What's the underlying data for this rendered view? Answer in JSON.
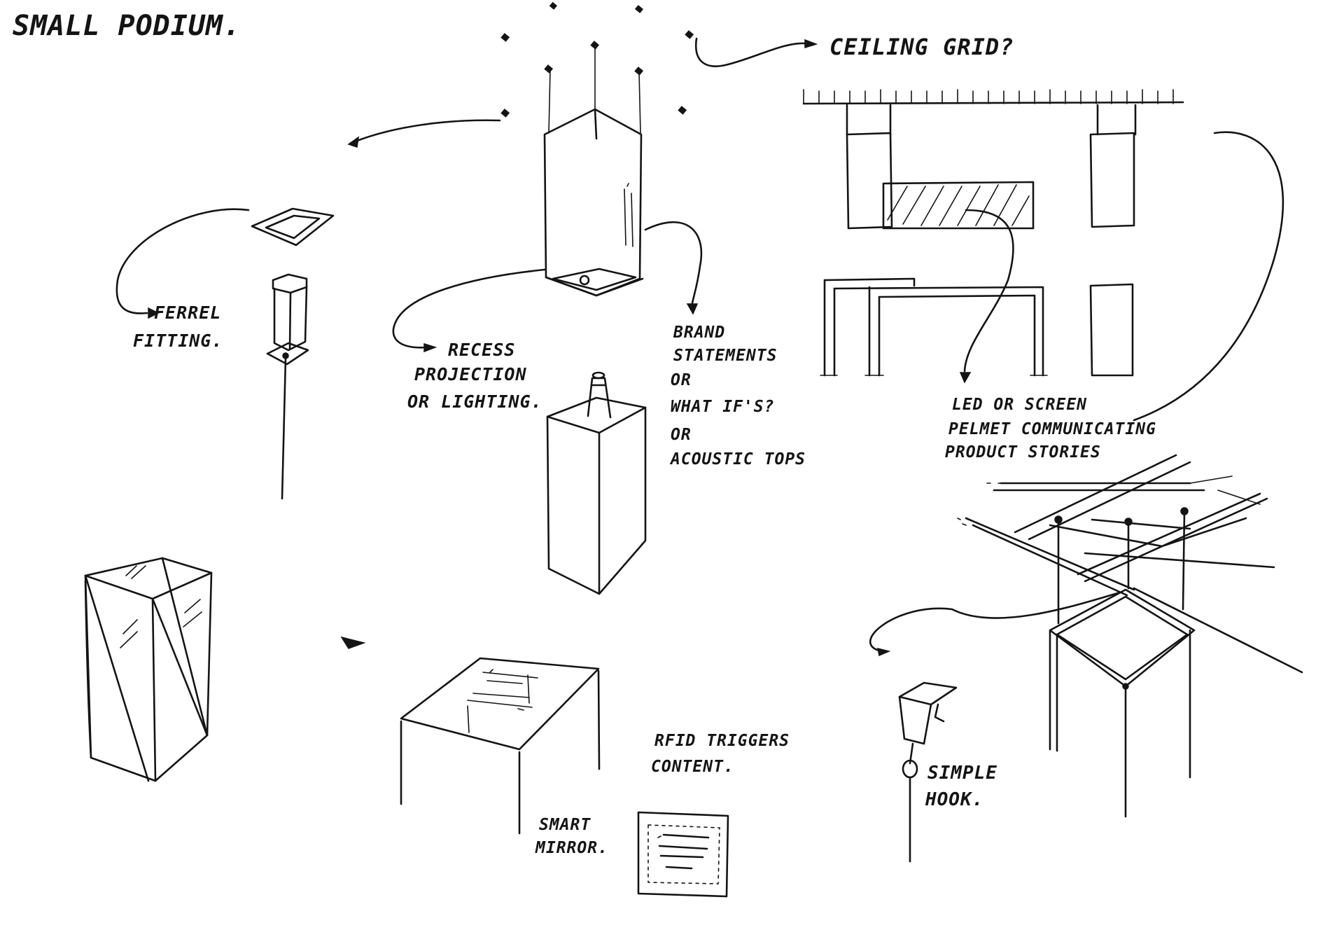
{
  "sheet": {
    "title": "SMALL PODIUM.",
    "ink_color": "#141414",
    "background": "#ffffff"
  },
  "notes": {
    "ceiling_grid": "CEILING GRID?",
    "ferrel_line1": "FERREL",
    "ferrel_line2": "FITTING.",
    "recess_line1": "RECESS",
    "recess_line2": "PROJECTION",
    "recess_line3": "OR LIGHTING.",
    "brand_line1": "BRAND",
    "brand_line2": "STATEMENTS",
    "brand_line3": "OR",
    "brand_line4": "WHAT IF'S?",
    "brand_line5": "OR",
    "brand_line6": "ACOUSTIC TOPS",
    "led_line1": "LED OR SCREEN",
    "led_line2": "PELMET COMMUNICATING",
    "led_line3": "PRODUCT STORIES",
    "rfid_line1": "RFID TRIGGERS",
    "rfid_line2": "CONTENT.",
    "smart_line1": "SMART",
    "smart_line2": "MIRROR.",
    "hook_line1": "SIMPLE",
    "hook_line2": "HOOK."
  }
}
